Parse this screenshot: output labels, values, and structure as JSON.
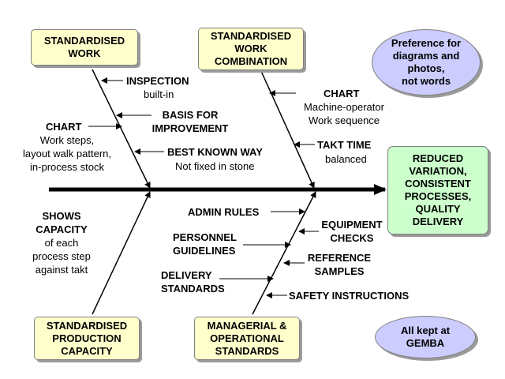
{
  "boxes": {
    "standardised_work": "STANDARDISED\nWORK",
    "standardised_work_combination": "STANDARDISED\nWORK\nCOMBINATION",
    "standardised_production_capacity": "STANDARDISED\nPRODUCTION\nCAPACITY",
    "managerial_standards": "MANAGERIAL &\nOPERATIONAL\nSTANDARDS",
    "outcome": "REDUCED\nVARIATION,\nCONSISTENT\nPROCESSES,\nQUALITY\nDELIVERY"
  },
  "notes": {
    "preference": "Preference for\ndiagrams and\nphotos,\nnot words",
    "gemba": "All kept at\nGEMBA"
  },
  "labels": {
    "inspection": {
      "title": "INSPECTION",
      "detail": "built-in"
    },
    "basis": {
      "title": "BASIS FOR\nIMPROVEMENT"
    },
    "chart_work": {
      "title": "CHART",
      "detail": "Work steps,\nlayout walk pattern,\nin-process stock"
    },
    "best_known_way": {
      "title": "BEST KNOWN WAY",
      "detail": "Not fixed in stone"
    },
    "chart_machine": {
      "title": "CHART",
      "detail": "Machine-operator\nWork sequence"
    },
    "takt_time": {
      "title": "TAKT TIME",
      "detail": "balanced"
    },
    "shows_capacity": {
      "title": "SHOWS\nCAPACITY",
      "detail": "of each\nprocess step\nagainst takt"
    },
    "admin_rules": {
      "title": "ADMIN RULES"
    },
    "personnel": {
      "title": "PERSONNEL\nGUIDELINES"
    },
    "delivery": {
      "title": "DELIVERY\nSTANDARDS"
    },
    "equipment": {
      "title": "EQUIPMENT\nCHECKS"
    },
    "reference": {
      "title": "REFERENCE\nSAMPLES"
    },
    "safety": {
      "title": "SAFETY INSTRUCTIONS"
    }
  },
  "colors": {
    "yellow_box": "#ffffcc",
    "green_box": "#ccffcc",
    "note_ellipse": "#ccccff",
    "line": "#000000"
  }
}
